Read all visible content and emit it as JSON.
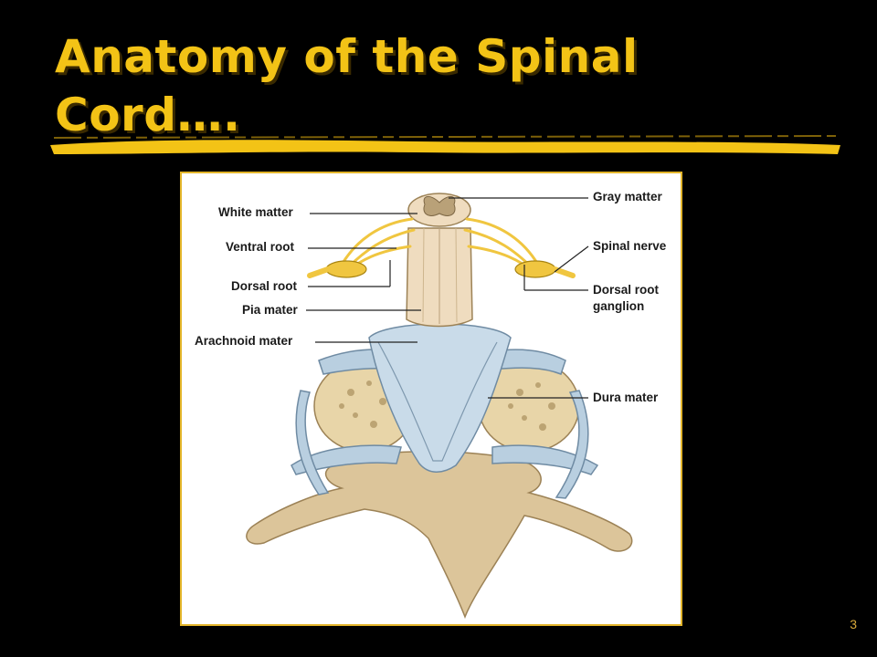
{
  "slide": {
    "title": "Anatomy of the Spinal Cord….",
    "page_number": "3"
  },
  "figure": {
    "labels": {
      "white_matter": "White matter",
      "ventral_root": "Ventral root",
      "dorsal_root": "Dorsal root",
      "pia_mater": "Pia mater",
      "arachnoid_mater": "Arachnoid mater",
      "gray_matter": "Gray matter",
      "spinal_nerve": "Spinal nerve",
      "dorsal_root_ganglion_line1": "Dorsal root",
      "dorsal_root_ganglion_line2": "ganglion",
      "dura_mater": "Dura mater"
    }
  },
  "colors": {
    "title": "#f3c316",
    "background": "#000000",
    "frame_border": "#e3b52a",
    "bone": "#dcc59a",
    "nerve": "#f0c640",
    "meninges": "#b9cfe0",
    "cord": "#efdcbf"
  }
}
